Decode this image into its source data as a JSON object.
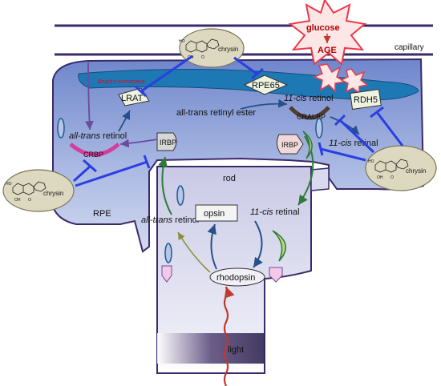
{
  "labels": {
    "capillary": "capillary",
    "glucose": "glucose",
    "age": "AGE",
    "rpe": "RPE",
    "rod": "rod",
    "light": "light",
    "lrat": "LRAT",
    "rpe65": "RPE65",
    "rdh5": "RDH5",
    "crbp": "CRBP",
    "cralbp": "CRALBP",
    "irbp": "IRBP",
    "opsin": "opsin",
    "rhodopsin": "rhodopsin",
    "retinyl_ester": "all-trans retinyl ester",
    "chrysin": "chrysin",
    "bruch_membrane": "Bruch’s membrane"
  },
  "italic_labels": {
    "all_trans_retinol_rpe": {
      "italic": "all-trans",
      "rest": " retinol"
    },
    "all_trans_retinol_rod": {
      "italic": "all-trans",
      "rest": " retinol"
    },
    "cis_retinol": {
      "italic": "11-cis",
      "rest": " retinol"
    },
    "cis_retinal_rpe": {
      "italic": "11-cis",
      "rest": " retinal"
    },
    "cis_retinal_rod": {
      "italic": "11-cis",
      "rest": " retinal"
    }
  },
  "colors": {
    "rpe_cell": "#8fa3d6",
    "rod_cell": "#d9d9ef",
    "membrane": "#1e78b4",
    "inhibit": "#2b3fe0",
    "starburst": "#e83a4a",
    "chrysin_oval": "#ddd8c0"
  }
}
